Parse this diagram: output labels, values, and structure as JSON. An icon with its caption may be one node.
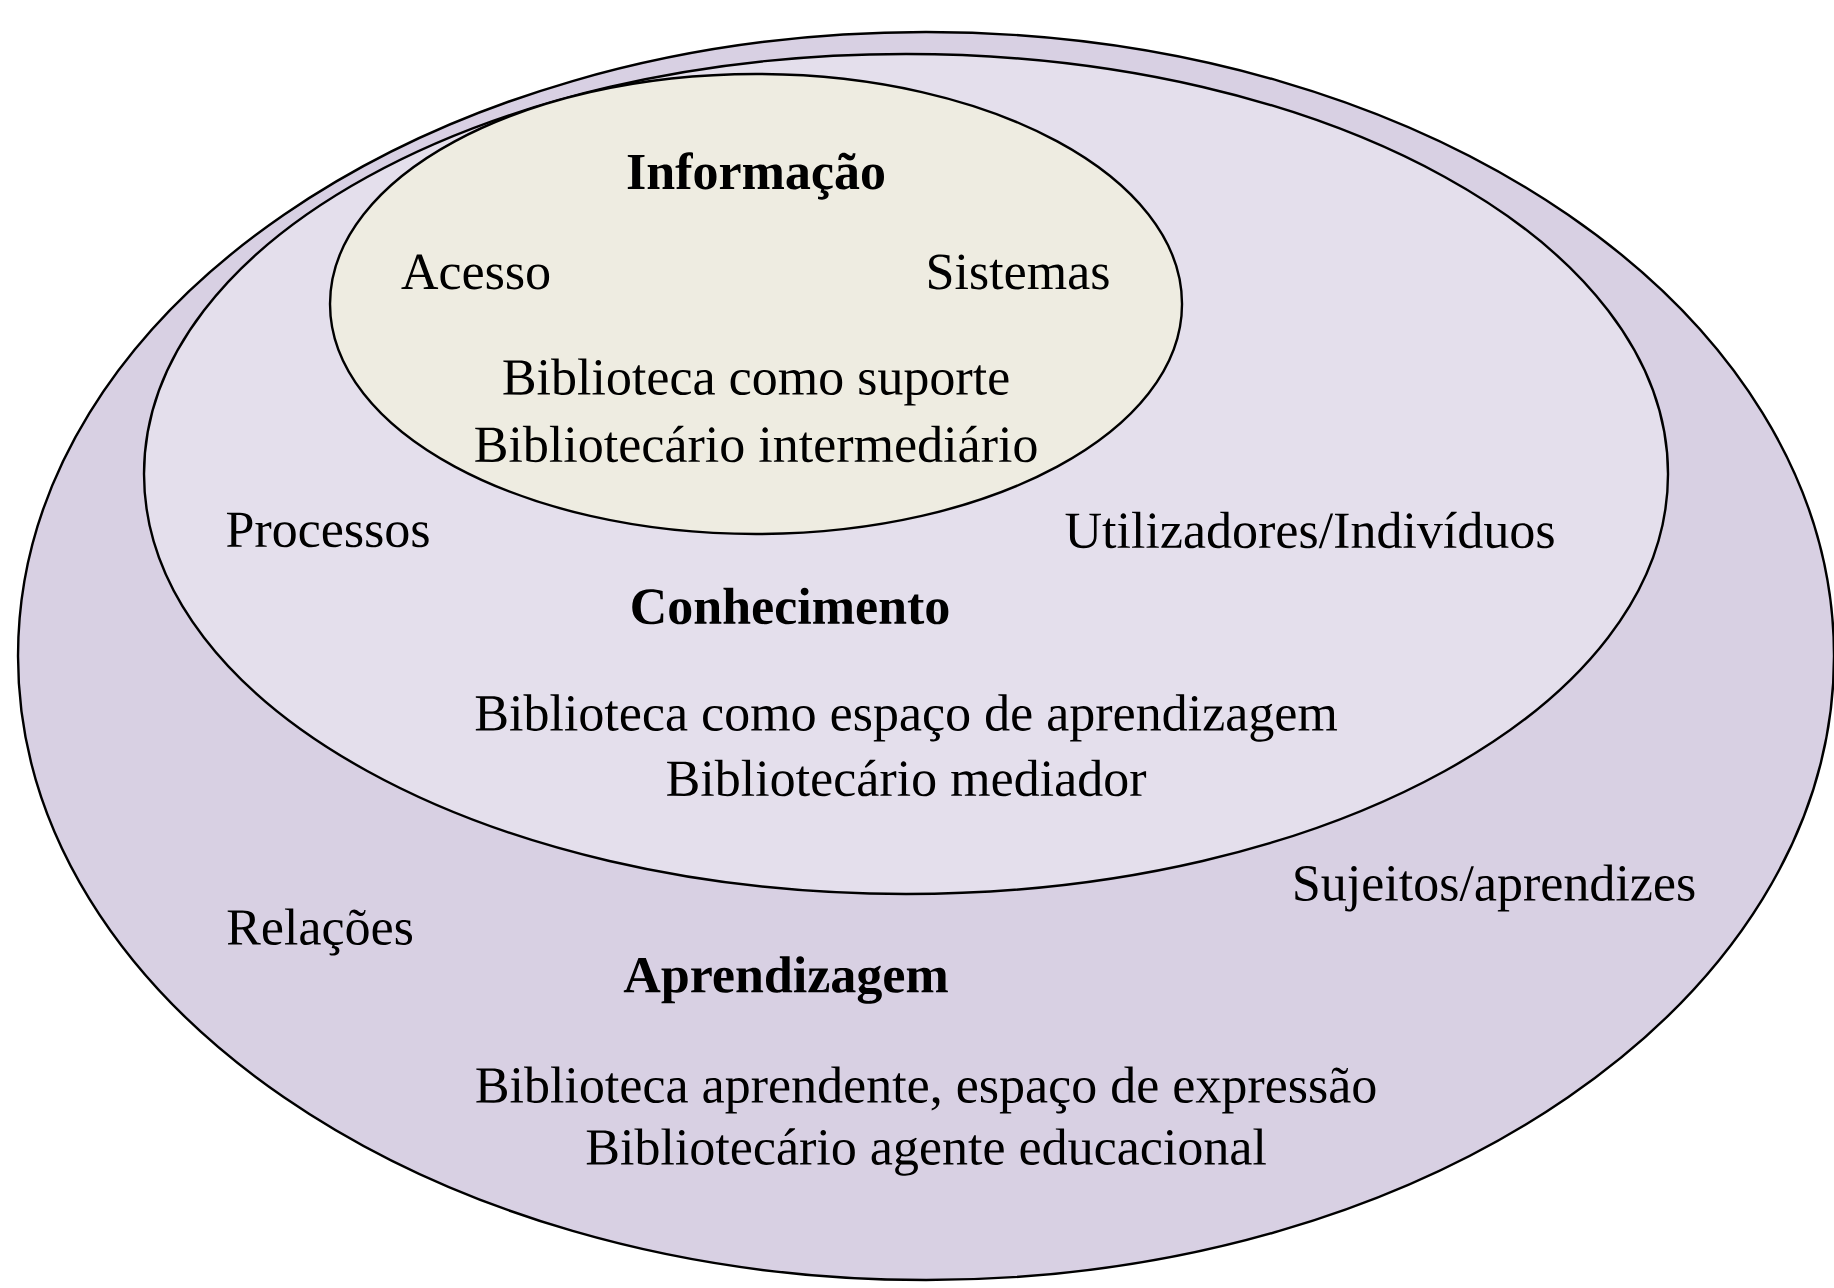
{
  "diagram": {
    "nodes": [
      {
        "text": [
          "Aprendizagem",
          "Relações",
          "Sujeitos/aprendizes",
          "Biblioteca aprendente, espaço de expressão",
          "Bibliotecário agente educacional"
        ]
      },
      {
        "text": [
          "Conhecimento",
          "Processos",
          "Utilizadores/Indivíduos",
          "Biblioteca como espaço de aprendizagem",
          "Bibliotecário mediador"
        ],
        "in": 0
      },
      {
        "text": [
          "Informação",
          "Acesso",
          "Sistemas",
          "Biblioteca como suporte",
          "Bibliotecário intermediário"
        ],
        "in": 1
      }
    ]
  }
}
